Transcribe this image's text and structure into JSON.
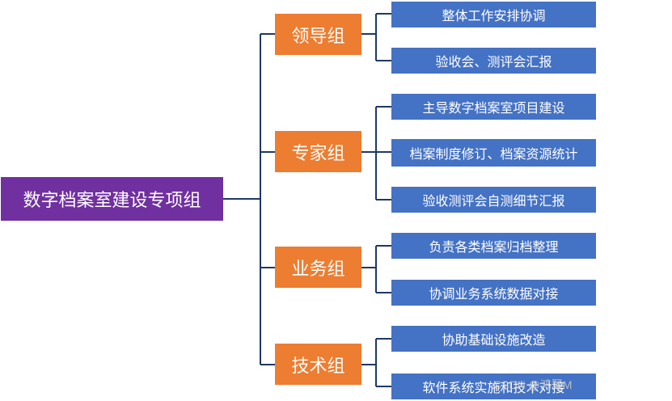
{
  "root": {
    "label": "数字档案室建设专项组"
  },
  "groups": [
    {
      "label": "领导组",
      "tasks": [
        "整体工作安排协调",
        "验收会、测评会汇报"
      ]
    },
    {
      "label": "专家组",
      "tasks": [
        "主导数字档案室项目建设",
        "档案制度修订、档案资源统计",
        "验收测评会自测细节汇报"
      ]
    },
    {
      "label": "业务组",
      "tasks": [
        "负责各类档案归档整理",
        "协调业务系统数据对接"
      ]
    },
    {
      "label": "技术组",
      "tasks": [
        "协助基础设施改造",
        "软件系统实施和技术对接"
      ]
    }
  ],
  "watermark": "CSDN @鸿翼M",
  "colors": {
    "root": "#7030a0",
    "group": "#ed7d31",
    "task": "#4472c4",
    "line": "#1f3864"
  }
}
